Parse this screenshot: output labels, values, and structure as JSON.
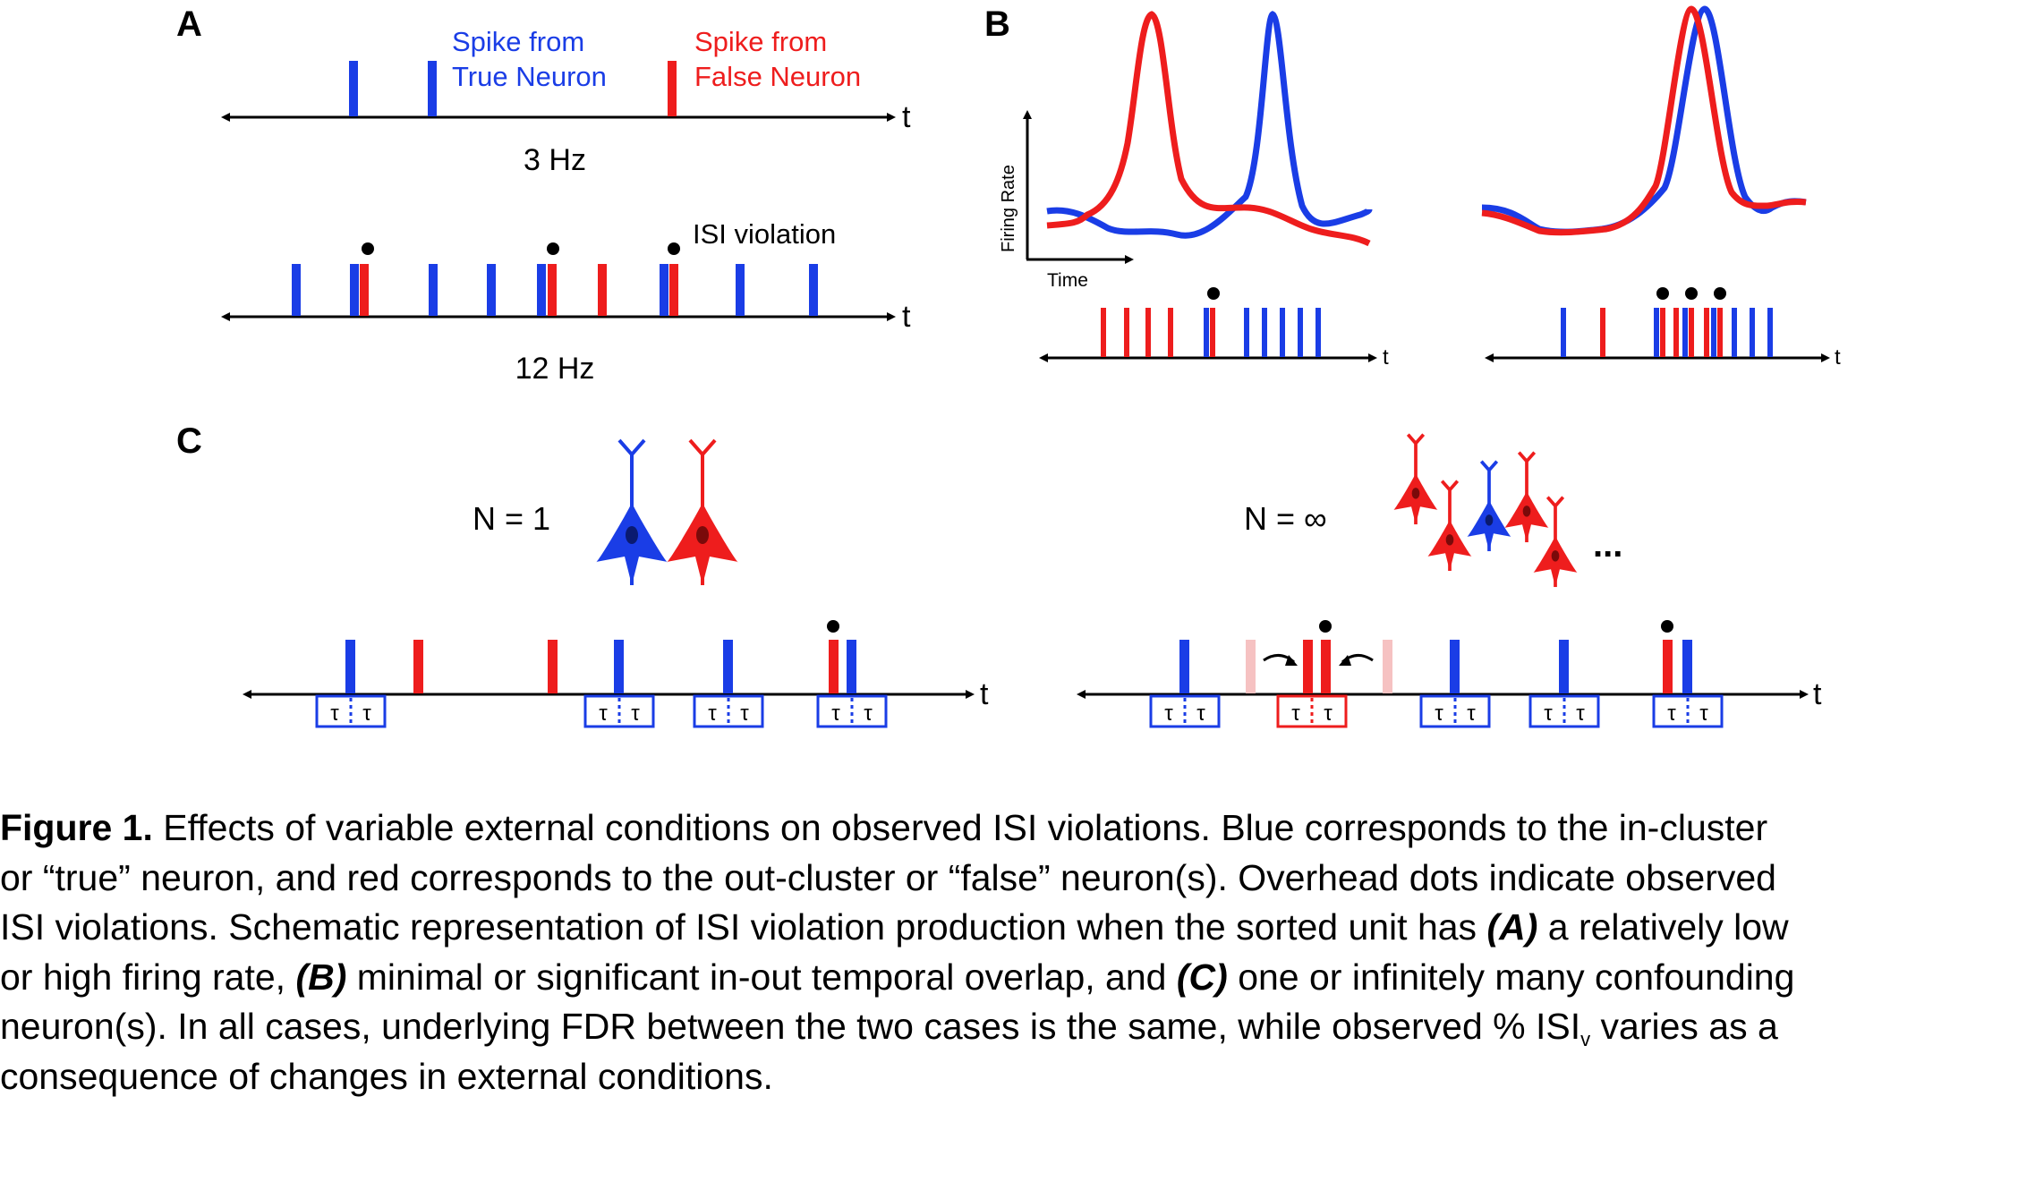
{
  "colors": {
    "true": "#1a3de6",
    "false": "#ee1d1d",
    "false_faint": "#f6c2c2",
    "axis": "#000000"
  },
  "panel_a": {
    "label": "A",
    "legend_true": [
      "Spike from",
      "True Neuron"
    ],
    "legend_false": [
      "Spike from",
      "False Neuron"
    ],
    "axis_label": "t",
    "rate_low": "3 Hz",
    "rate_high": "12 Hz",
    "violation_label": "ISI violation"
  },
  "panel_b": {
    "label": "B",
    "ylabel": "Firing Rate",
    "xlabel": "Time",
    "axis_label": "t"
  },
  "panel_c": {
    "label": "C",
    "n_one": "N = 1",
    "n_inf": "N = ∞",
    "ellipsis": "...",
    "axis_label": "t",
    "tau": "τ"
  },
  "caption": {
    "figure_label": "Figure 1.",
    "line1_rest": " Effects of variable external conditions on observed ISI violations. Blue corresponds to the in-cluster",
    "line2": "or “true” neuron, and red corresponds to the out-cluster or “false” neuron(s). Overhead dots indicate observed",
    "line3_pre": "ISI violations. Schematic representation of ISI violation production when the sorted unit has ",
    "ref_a": "(A)",
    "line3_post": " a relatively low",
    "line4_pre": "or high firing rate, ",
    "ref_b": "(B)",
    "line4_mid": " minimal or significant in-out temporal overlap, and ",
    "ref_c": "(C)",
    "line4_post": " one or infinitely many confounding",
    "line5_pre": "neuron(s). In all cases, underlying FDR between the two cases is the same, while observed % ISI",
    "line5_sub": "v",
    "line5_post": " varies as a",
    "line6": "consequence of changes in external conditions."
  }
}
